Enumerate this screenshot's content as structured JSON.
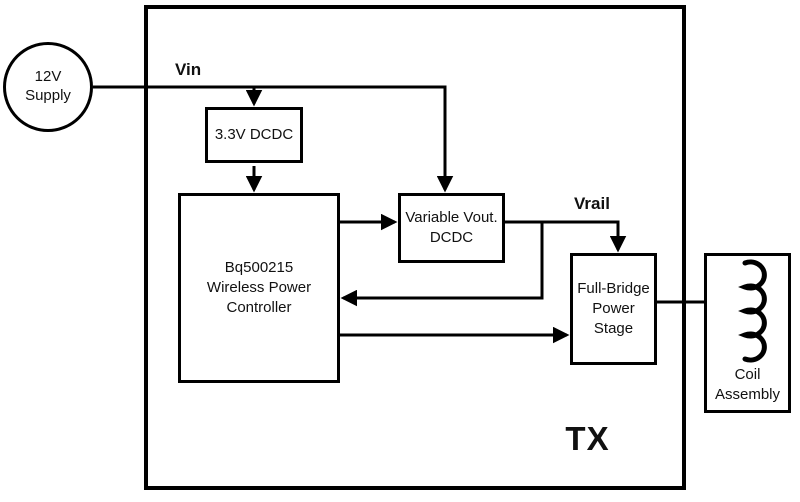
{
  "colors": {
    "line": "#000000",
    "background": "#ffffff",
    "text": "#111111"
  },
  "diagram": {
    "tx_label": "TX",
    "supply": {
      "label": "12V\nSupply"
    },
    "nets": {
      "vin": "Vin",
      "vrail": "Vrail"
    },
    "blocks": {
      "dcdc33": "3.3V DCDC",
      "controller": "Bq500215\nWireless Power\nController",
      "variable_dcdc": "Variable Vout.\nDCDC",
      "full_bridge": "Full-Bridge\nPower\nStage",
      "coil": "Coil\nAssembly"
    }
  }
}
